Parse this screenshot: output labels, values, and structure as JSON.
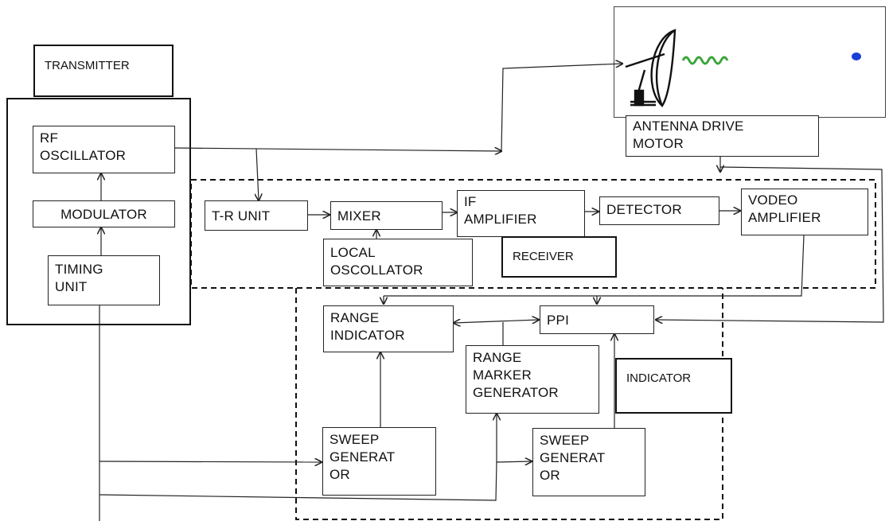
{
  "diagram": {
    "groups": {
      "transmitter": "TRANSMITTER",
      "receiver": "RECEIVER",
      "indicator": "INDICATOR"
    },
    "blocks": {
      "rf_oscillator": "RF\nOSCILLATOR",
      "modulator": "MODULATOR",
      "timing_unit": "TIMING\nUNIT",
      "antenna_drive_motor": "ANTENNA DRIVE\nMOTOR",
      "tr_unit": "T-R UNIT",
      "mixer": "MIXER",
      "local_oscillator": "LOCAL\nOSCOLLATOR",
      "if_amplifier": "IF\nAMPLIFIER",
      "detector": "DETECTOR",
      "video_amplifier": "VODEO\nAMPLIFIER",
      "range_indicator": "RANGE\nINDICATOR",
      "ppi": "PPI",
      "range_marker_generator": "RANGE\nMARKER\nGENERATOR",
      "sweep_generator_left": "SWEEP\nGENERAT\nOR",
      "sweep_generator_right": "SWEEP\nGENERAT\nOR"
    },
    "colors": {
      "line": "#222222",
      "wave": "#3aa53a",
      "target": "#1a3fd6",
      "antenna": "#111111"
    },
    "icons": {
      "antenna": "dish-antenna-icon",
      "wave": "radio-wave-icon",
      "target": "target-dot-icon"
    }
  }
}
